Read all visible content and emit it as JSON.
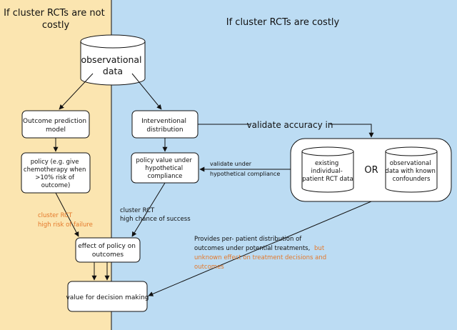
{
  "panels": {
    "left_title": [
      "If cluster RCTs are not",
      "costly"
    ],
    "right_title": "If cluster RCTs are costly"
  },
  "nodes": {
    "observational_data": [
      "observational",
      "data"
    ],
    "outcome_model": [
      "Outcome prediction",
      "model"
    ],
    "policy": [
      "policy (e.g. give",
      "chemotherapy when",
      ">10% risk of",
      "outcome)"
    ],
    "interventional": [
      "Interventional",
      "distribution"
    ],
    "policy_value": [
      "policy value under",
      "hypothetical",
      "compliance"
    ],
    "existing_rct": [
      "existing",
      "individual-",
      "patient RCT data"
    ],
    "or_label": "OR",
    "obs_confounders": [
      "observational",
      "data with known",
      "confounders"
    ],
    "effect_policy": [
      "effect of policy on",
      "outcomes"
    ],
    "value_decision": "value for decision making"
  },
  "labels": {
    "validate_accuracy": "validate accuracy in",
    "validate_under": [
      "validate under",
      "hypothetical compliance"
    ],
    "cluster_high_risk": [
      "cluster RCT",
      "high risk of failure"
    ],
    "cluster_high_chance": [
      "cluster RCT",
      "high chance of success"
    ],
    "provides_black": [
      "Provides per-  patient distribution of",
      "outcomes  under potential treatments,"
    ],
    "provides_orange_tail": "but",
    "provides_orange": [
      "unknown  effect on treatment decisions and",
      "outcomes"
    ]
  },
  "colors": {
    "left_panel": "#fbe5b0",
    "right_panel": "#bcdcf3",
    "highlight_text": "#e4782a"
  }
}
